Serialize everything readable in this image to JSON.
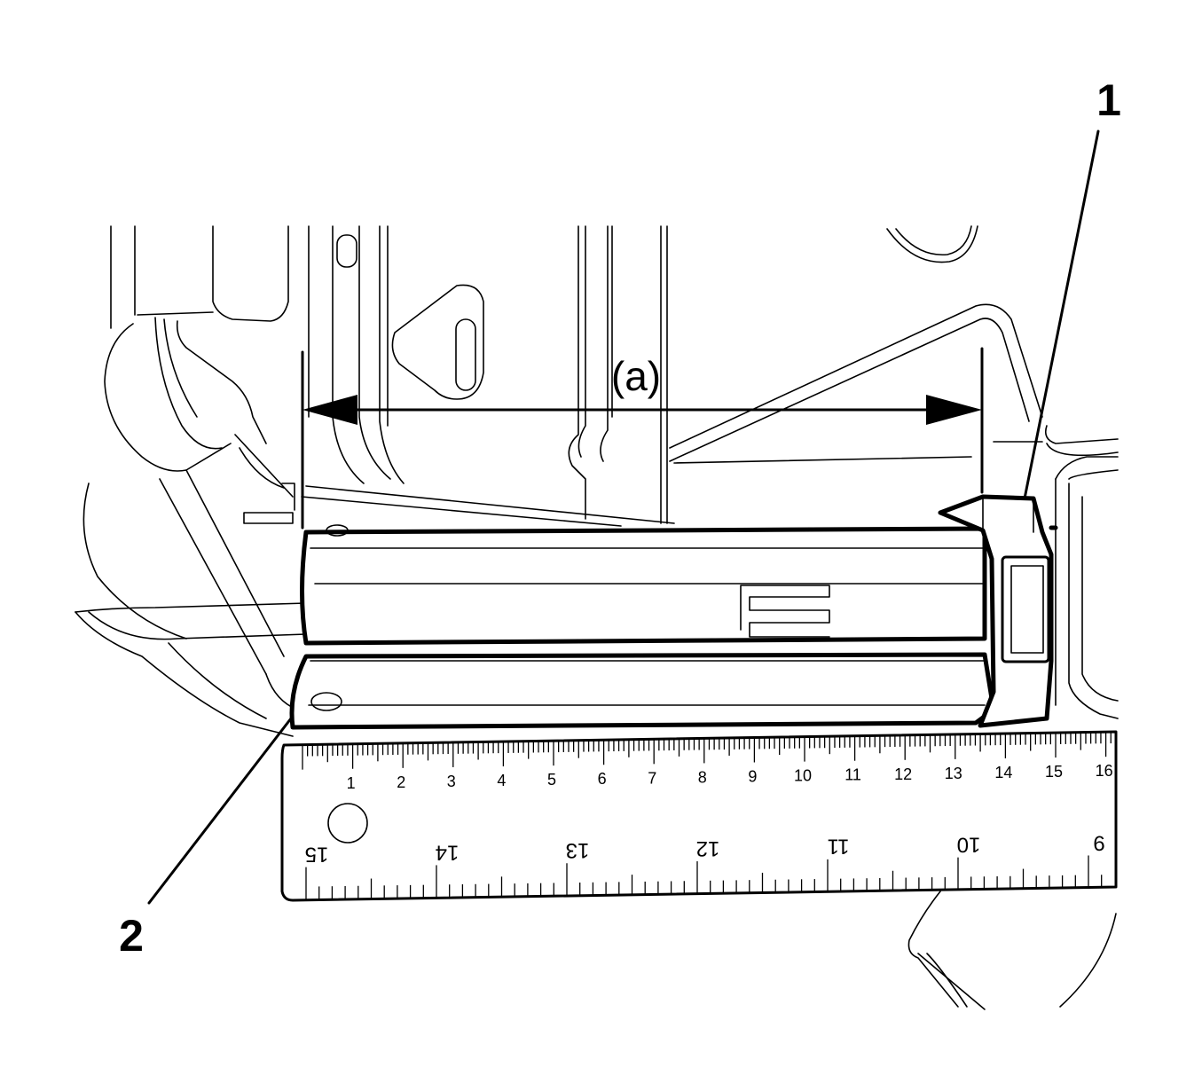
{
  "callouts": {
    "one": "1",
    "two": "2"
  },
  "dimension": {
    "label": "(a)"
  },
  "ruler": {
    "upper_scale": [
      "1",
      "2",
      "3",
      "4",
      "5",
      "6",
      "7",
      "8",
      "9",
      "10",
      "11",
      "12",
      "13",
      "14",
      "15",
      "16"
    ],
    "lower_scale": [
      "15",
      "14",
      "13",
      "12",
      "11",
      "10",
      "9"
    ]
  }
}
